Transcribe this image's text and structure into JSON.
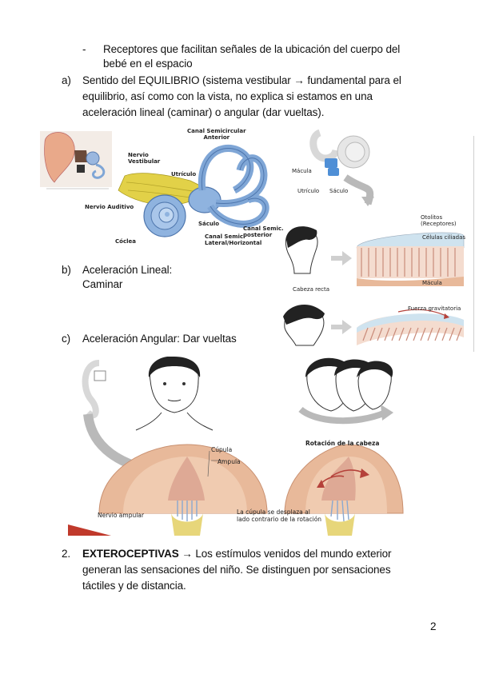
{
  "bullet": {
    "marker": "-",
    "line1": "Receptores que facilitan señales de la ubicación del cuerpo del",
    "line2": "bebé en el espacio"
  },
  "item_a": {
    "marker": "a)",
    "line1": "Sentido del EQUILIBRIO (sistema vestibular → fundamental para el",
    "line2": "equilibrio, así como con la vista, no explica si estamos en una",
    "line3": "aceleración lineal (caminar) o angular (dar vueltas)."
  },
  "item_b": {
    "marker": "b)",
    "line1": "Aceleración Lineal:",
    "line2": "Caminar"
  },
  "item_c": {
    "marker": "c)",
    "text": "Aceleración Angular: Dar vueltas"
  },
  "section2": {
    "marker": "2.",
    "bold": "EXTEROCEPTIVAS",
    "line1_rest": " → Los estímulos venidos del mundo exterior",
    "line2": "generan las sensaciones del niño. Se distinguen por sensaciones",
    "line3": "táctiles y de distancia."
  },
  "page_number": "2",
  "ear_figure": {
    "labels": {
      "canal_ant": "Canal Semicircular\nAnterior",
      "nervio_vest": "Nervio\nVestibular",
      "utriculo": "Utrículo",
      "nervio_aud": "Nervio Auditivo",
      "saculo": "Sáculo",
      "canal_post": "Canal Semic.\nposterior",
      "canal_lat": "Canal Semic.\nLateral/Horizontal",
      "coclea": "Cóclea"
    }
  },
  "macula_figure": {
    "labels": {
      "macula": "Mácula",
      "utriculo": "Utrículo",
      "saculo": "Sáculo",
      "otolitos": "Otolitos\n(Receptores)",
      "celulas": "Células ciliadas",
      "macula2": "Mácula",
      "cabeza_recta": "Cabeza recta",
      "fuerza": "Fuerza gravitatoria"
    }
  },
  "ampulla_figure": {
    "labels": {
      "cupula": "Cúpula",
      "ampula": "Ampula",
      "nervio_ampular": "Nervio ampular",
      "rotacion": "Rotación de la cabeza",
      "desplaza": "La cúpula se desplaza al\nlado contrario de la rotación"
    }
  },
  "colors": {
    "canal_blue": "#7fa6d6",
    "nerve_yellow": "#e2d148",
    "tissue_pink": "#e8b99a",
    "cupula_red": "#b5413a",
    "arrow_gray": "#b9b9b9",
    "corner_red": "#c0392b"
  }
}
